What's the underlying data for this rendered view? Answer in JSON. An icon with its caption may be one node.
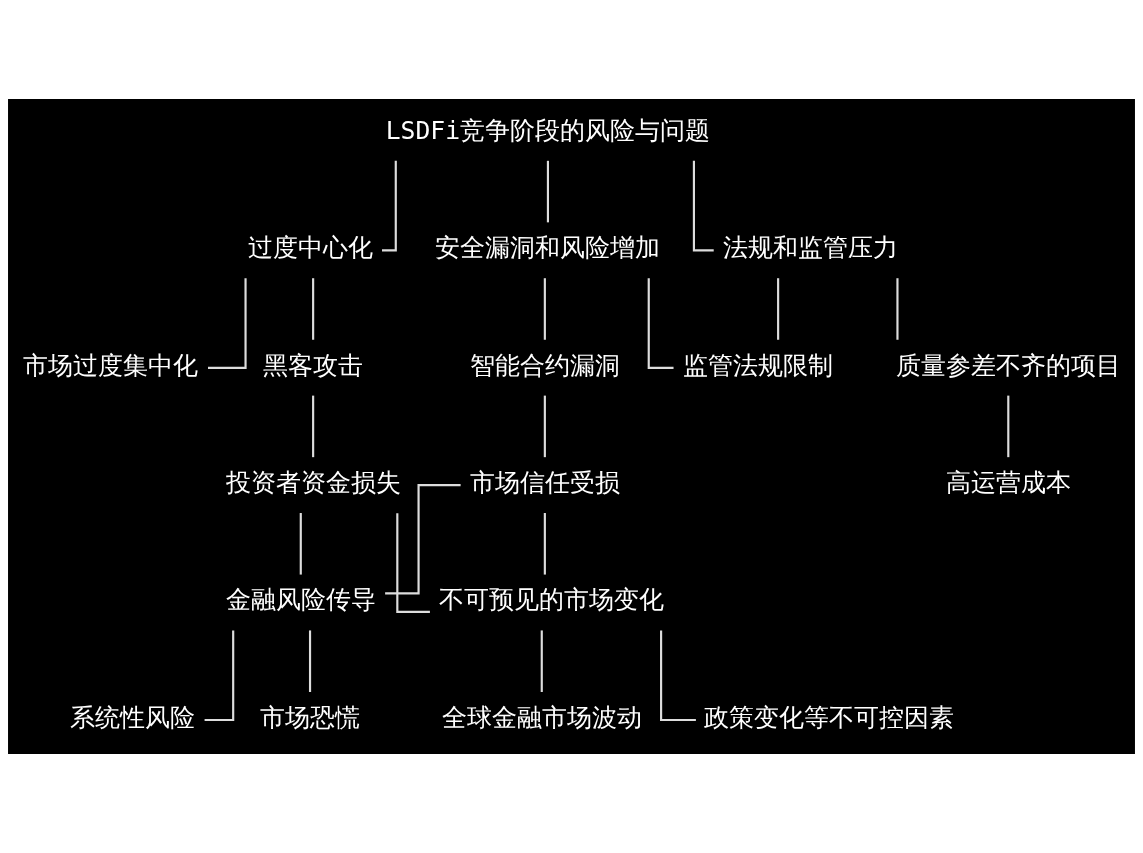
{
  "diagram": {
    "nodes": [
      {
        "text": [
          "LSDFi竞争阶段的风险与问题"
        ]
      },
      {
        "text": [
          "过度中心化"
        ]
      },
      {
        "text": [
          "安全漏洞和风险增加"
        ]
      },
      {
        "text": [
          "法规和监管压力"
        ]
      },
      {
        "text": [
          "市场过度集中化"
        ]
      },
      {
        "text": [
          "黑客攻击"
        ]
      },
      {
        "text": [
          "智能合约漏洞"
        ]
      },
      {
        "text": [
          "监管法规限制"
        ]
      },
      {
        "text": [
          "质量参差不齐的项目"
        ]
      },
      {
        "text": [
          "投资者资金损失"
        ]
      },
      {
        "text": [
          "市场信任受损"
        ]
      },
      {
        "text": [
          "高运营成本"
        ]
      },
      {
        "text": [
          "金融风险传导"
        ]
      },
      {
        "text": [
          "不可预见的市场变化"
        ]
      },
      {
        "text": [
          "系统性风险"
        ]
      },
      {
        "text": [
          "市场恐慌"
        ]
      },
      {
        "text": [
          "全球金融市场波动"
        ]
      },
      {
        "text": [
          "政策变化等不可控因素"
        ]
      }
    ],
    "edges": [
      {
        "from": 0,
        "to": 1,
        "arrow": "none"
      },
      {
        "from": 0,
        "to": 2,
        "arrow": "none"
      },
      {
        "from": 0,
        "to": 3,
        "arrow": "none"
      },
      {
        "from": 1,
        "to": 4,
        "arrow": "none"
      },
      {
        "from": 1,
        "to": 5,
        "arrow": "none"
      },
      {
        "from": 2,
        "to": 6,
        "arrow": "none"
      },
      {
        "from": 2,
        "to": 7,
        "arrow": "none"
      },
      {
        "from": 3,
        "to": 7,
        "arrow": "none"
      },
      {
        "from": 3,
        "to": 8,
        "arrow": "none"
      },
      {
        "from": 5,
        "to": 9,
        "arrow": "none"
      },
      {
        "from": 6,
        "to": 10,
        "arrow": "none"
      },
      {
        "from": 8,
        "to": 11,
        "arrow": "none"
      },
      {
        "from": 9,
        "to": 12,
        "arrow": "none"
      },
      {
        "from": 9,
        "to": 13,
        "arrow": "none"
      },
      {
        "from": 10,
        "to": 12,
        "arrow": "none"
      },
      {
        "from": 10,
        "to": 13,
        "arrow": "none"
      },
      {
        "from": 12,
        "to": 14,
        "arrow": "none"
      },
      {
        "from": 12,
        "to": 15,
        "arrow": "none"
      },
      {
        "from": 13,
        "to": 16,
        "arrow": "none"
      },
      {
        "from": 13,
        "to": 17,
        "arrow": "none"
      }
    ]
  }
}
